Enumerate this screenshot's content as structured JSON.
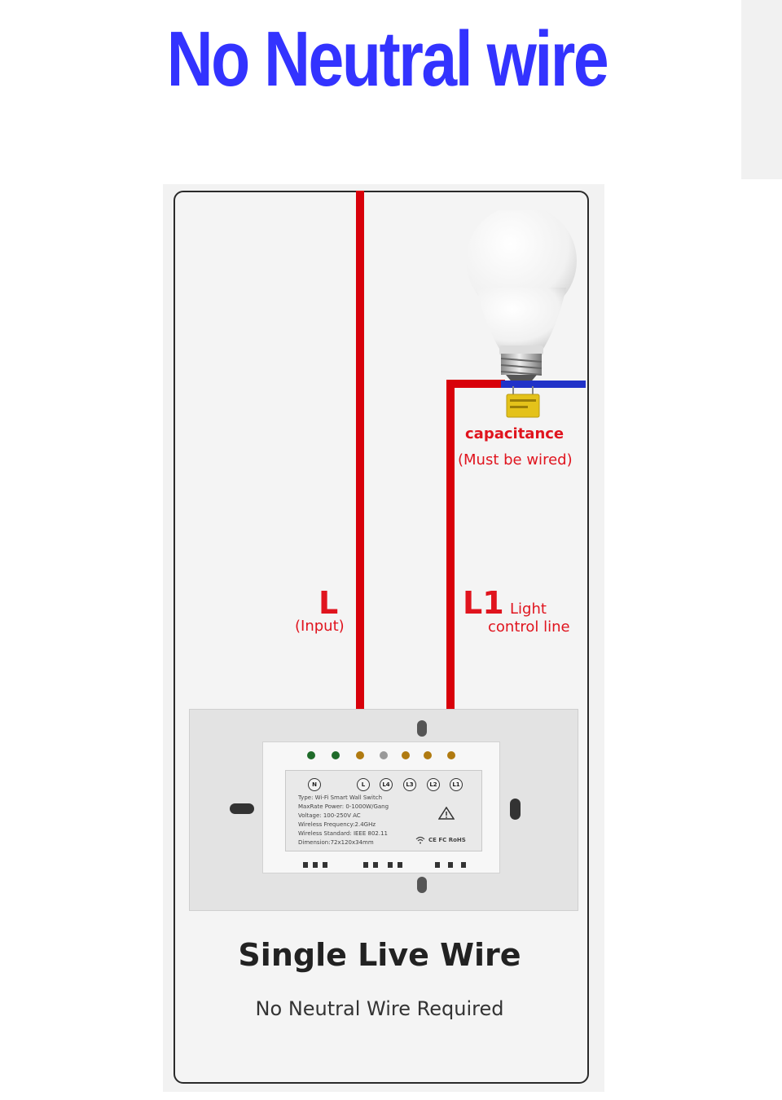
{
  "header": {
    "title": "No Neutral wire"
  },
  "wiring": {
    "live_label": "L",
    "live_sub": "(Input)",
    "control_label": "L1",
    "control_sub_line1": "Light",
    "control_sub_line2": "control line",
    "capacitor_label": "capacitance",
    "capacitor_note": "(Must be wired)"
  },
  "switch": {
    "terminals": [
      "N",
      "L",
      "L4",
      "L3",
      "L2",
      "L1"
    ],
    "specs": [
      "Type: Wi-Fi Smart Wall Switch",
      "MaxRate Power: 0-1000W/Gang",
      "Voltage: 100-250V AC",
      "Wireless Frequency:2.4GHz",
      "Wireless Standard: IEEE 802.11",
      "Dimension:72x120x34mm"
    ],
    "certs": "CE FC RoHS"
  },
  "footer": {
    "title": "Single Live Wire",
    "subtitle": "No Neutral Wire Required"
  },
  "colors": {
    "headline": "#3333ff",
    "live_wire": "#d8000a",
    "neutral_wire": "#2132c8",
    "label_red": "#e0141e"
  }
}
